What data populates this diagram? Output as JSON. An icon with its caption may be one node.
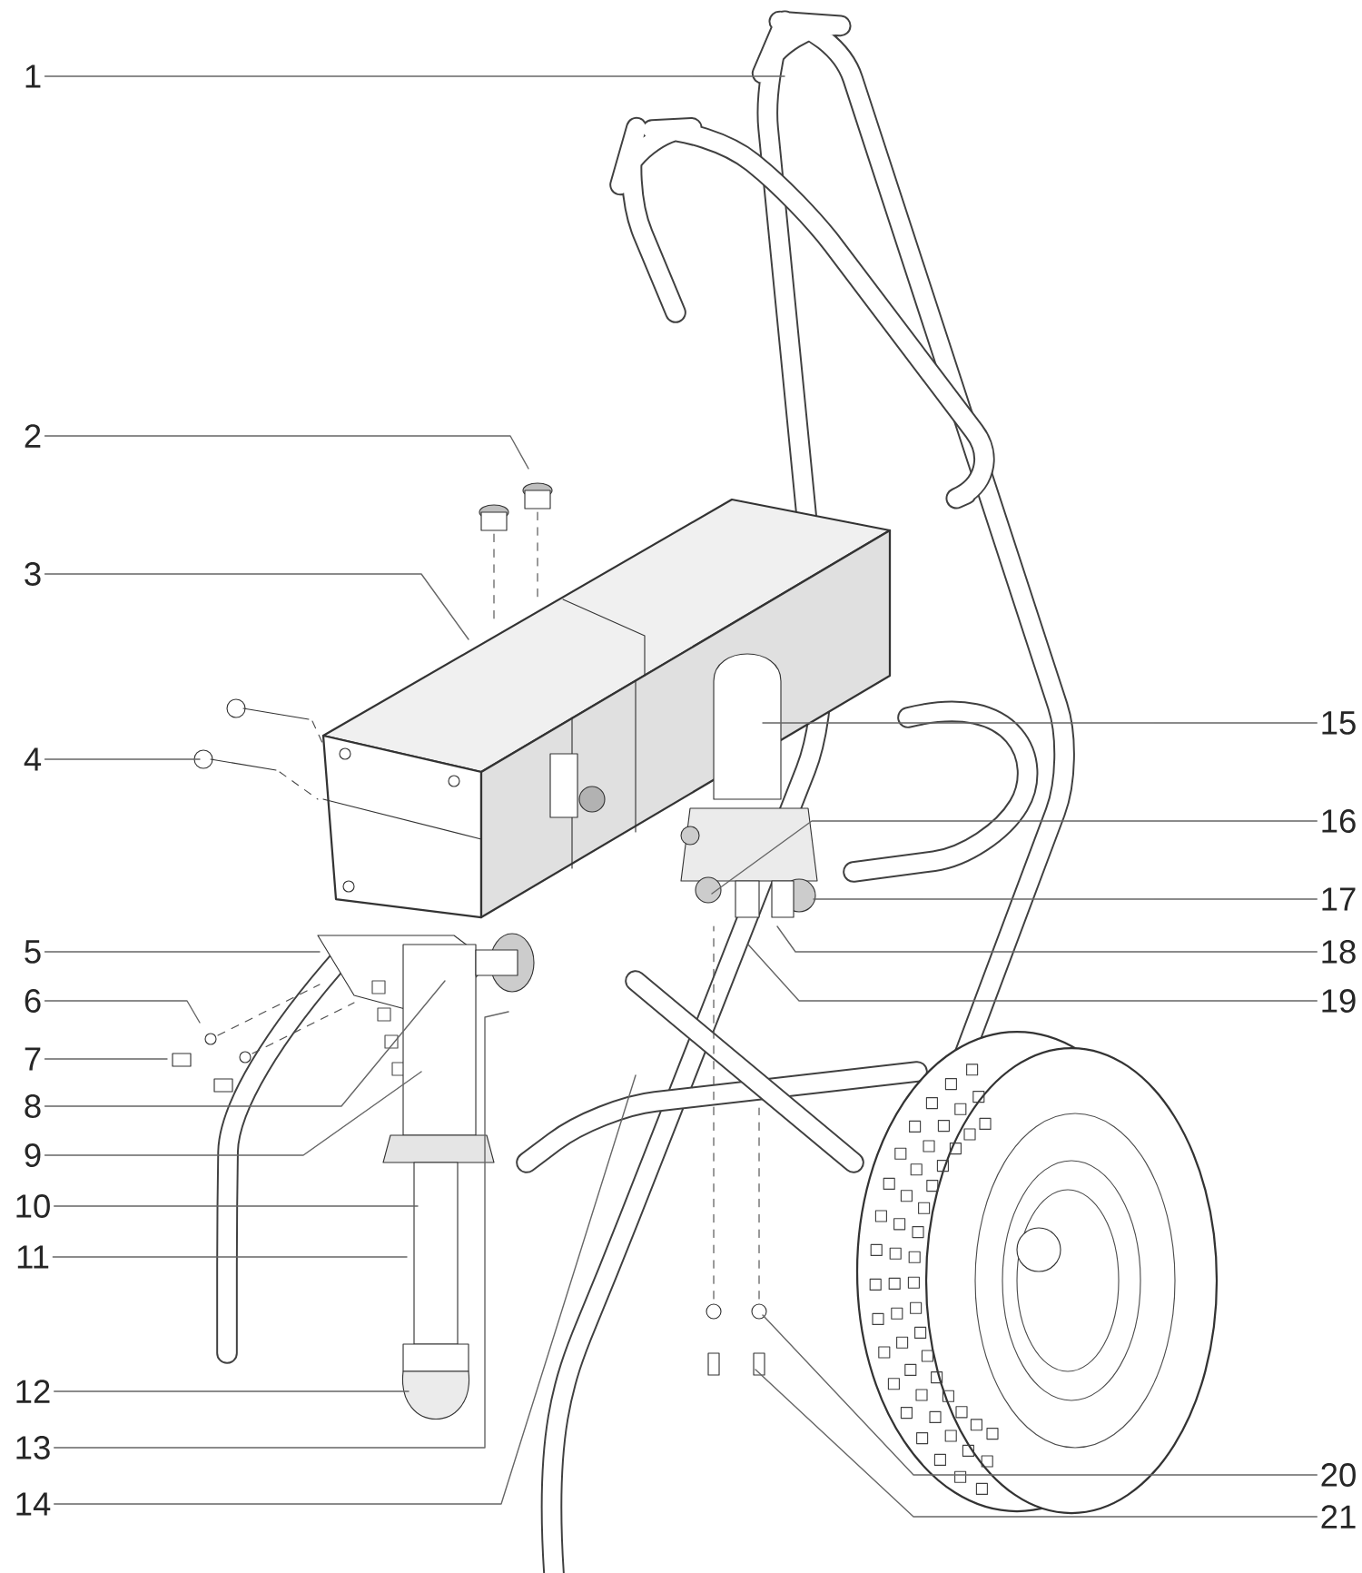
{
  "diagram": {
    "nodes": [
      {
        "text": [
          "1"
        ]
      },
      {
        "text": [
          "2"
        ]
      },
      {
        "text": [
          "3"
        ]
      },
      {
        "text": [
          "4"
        ]
      },
      {
        "text": [
          "5"
        ]
      },
      {
        "text": [
          "6"
        ]
      },
      {
        "text": [
          "7"
        ]
      },
      {
        "text": [
          "8"
        ]
      },
      {
        "text": [
          "9"
        ]
      },
      {
        "text": [
          "10"
        ]
      },
      {
        "text": [
          "11"
        ]
      },
      {
        "text": [
          "12"
        ]
      },
      {
        "text": [
          "13"
        ]
      },
      {
        "text": [
          "14"
        ]
      },
      {
        "text": [
          "15"
        ]
      },
      {
        "text": [
          "16"
        ]
      },
      {
        "text": [
          "17"
        ]
      },
      {
        "text": [
          "18"
        ]
      },
      {
        "text": [
          "19"
        ]
      },
      {
        "text": [
          "20"
        ]
      },
      {
        "text": [
          "21"
        ]
      }
    ],
    "edges": [
      {
        "from": 0,
        "to": null,
        "arrow": "none"
      },
      {
        "from": 1,
        "to": null,
        "arrow": "none"
      },
      {
        "from": 2,
        "to": null,
        "arrow": "none"
      },
      {
        "from": 3,
        "to": null,
        "arrow": "none"
      },
      {
        "from": 4,
        "to": null,
        "arrow": "none"
      },
      {
        "from": 5,
        "to": null,
        "arrow": "none"
      },
      {
        "from": 6,
        "to": null,
        "arrow": "none"
      },
      {
        "from": 7,
        "to": null,
        "arrow": "none"
      },
      {
        "from": 8,
        "to": null,
        "arrow": "none"
      },
      {
        "from": 9,
        "to": null,
        "arrow": "none"
      },
      {
        "from": 10,
        "to": null,
        "arrow": "none"
      },
      {
        "from": 11,
        "to": null,
        "arrow": "none"
      },
      {
        "from": 12,
        "to": null,
        "arrow": "none"
      },
      {
        "from": 13,
        "to": null,
        "arrow": "none"
      },
      {
        "from": 14,
        "to": null,
        "arrow": "none"
      },
      {
        "from": 15,
        "to": null,
        "arrow": "none"
      },
      {
        "from": 16,
        "to": null,
        "arrow": "none"
      },
      {
        "from": 17,
        "to": null,
        "arrow": "none"
      },
      {
        "from": 18,
        "to": null,
        "arrow": "none"
      },
      {
        "from": 19,
        "to": null,
        "arrow": "none"
      },
      {
        "from": 20,
        "to": null,
        "arrow": "none"
      }
    ]
  }
}
